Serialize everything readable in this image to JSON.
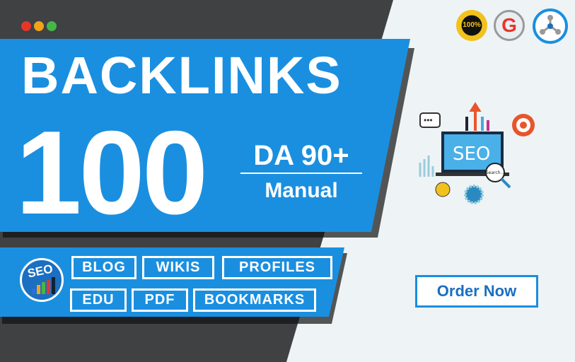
{
  "window_dots": {
    "red": "#e8352a",
    "orange": "#f2a31c",
    "green": "#45b649"
  },
  "headline": "BACKLINKS",
  "count": "100",
  "da_label": "DA 90+",
  "method": "Manual",
  "seo_logo_text": "SEO",
  "tags": [
    "BLOG",
    "WIKIS",
    "PROFILES",
    "EDU",
    "PDF",
    "BOOKMARKS"
  ],
  "badges": {
    "guarantee": "100%",
    "google": "G"
  },
  "illustration_text": {
    "screen": "SEO",
    "search": "Search..."
  },
  "cta": "Order Now",
  "colors": {
    "blue": "#1a8fe0",
    "dark": "#3f4143",
    "bg": "#eef3f6"
  }
}
